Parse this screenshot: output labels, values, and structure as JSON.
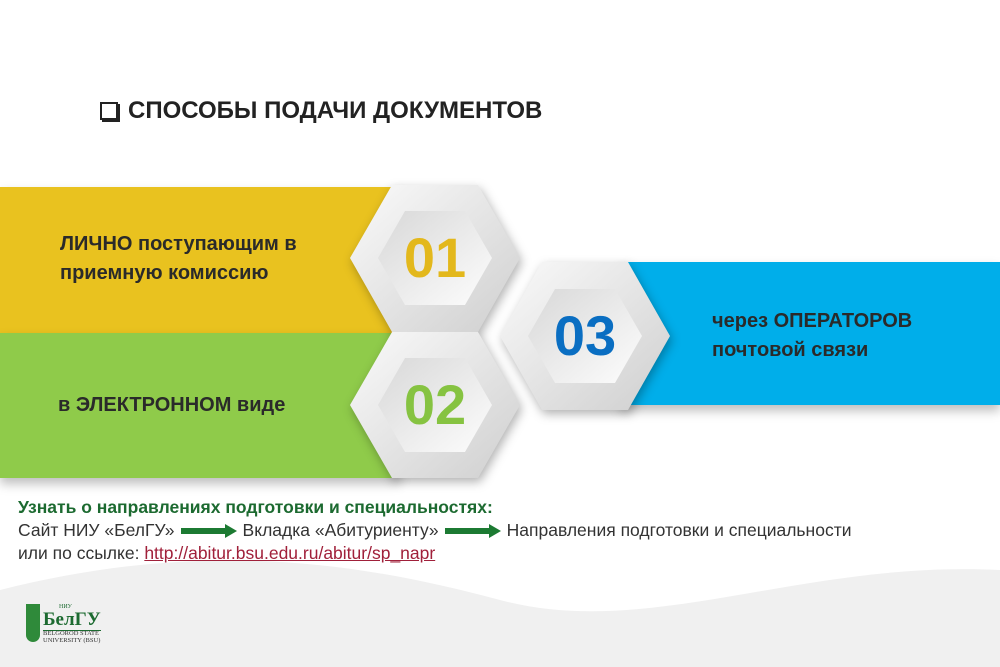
{
  "title": "СПОСОБЫ ПОДАЧИ ДОКУМЕНТОВ",
  "methods": [
    {
      "number": "01",
      "text_line1": "ЛИЧНО поступающим в",
      "text_line2": "приемную комиссию",
      "color": "#e9c21f",
      "number_color": "#e3b81c"
    },
    {
      "number": "02",
      "text_line1": "в ЭЛЕКТРОННОМ виде",
      "color": "#8fcb4a",
      "number_color": "#86c341"
    },
    {
      "number": "03",
      "text_line1": "через ОПЕРАТОРОВ",
      "text_line2": "почтовой связи",
      "color": "#00aeea",
      "number_color": "#0a6ec2"
    }
  ],
  "info": {
    "heading": "Узнать о направлениях подготовки и специальностях:",
    "step1": "Сайт НИУ «БелГУ»",
    "step2": "Вкладка «Абитуриенту»",
    "step3": "Направления подготовки и специальности",
    "link_prefix": "или по ссылке:",
    "link": "http://abitur.bsu.edu.ru/abitur/sp_napr"
  },
  "logo": {
    "small": "НИУ",
    "name": "БелГУ",
    "line1": "BELGOROD STATE",
    "line2": "UNIVERSITY (BSU)"
  }
}
